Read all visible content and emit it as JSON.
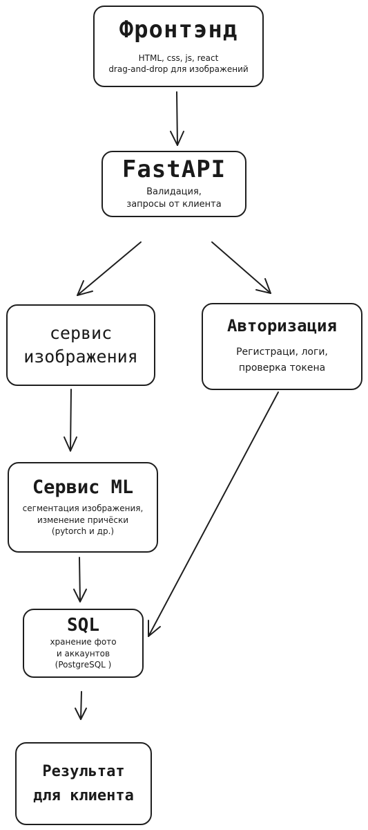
{
  "nodes": {
    "frontend": {
      "title": "Фронтэнд",
      "desc_line1": "HTML, css, js, react",
      "desc_line2": "drag-and-drop для изображений"
    },
    "fastapi": {
      "title": "FastAPI",
      "desc_line1": "Валидация,",
      "desc_line2": "запросы от клиента"
    },
    "image_service": {
      "title_line1": "сервис",
      "title_line2": "изображения"
    },
    "auth": {
      "title": "Авторизация",
      "desc_line1": "Регистраци, логи,",
      "desc_line2": "проверка токена"
    },
    "ml_service": {
      "title": "Сервис ML",
      "desc_line1": "сегментация изображения,",
      "desc_line2": "изменение причёски",
      "desc_line3": "(pytorch и др.)"
    },
    "sql": {
      "title": "SQL",
      "desc_line1": "хранение фото",
      "desc_line2": "и аккаунтов",
      "desc_line3": "(PostgreSQL )"
    },
    "result": {
      "title_line1": "Результат",
      "title_line2": "для клиента"
    }
  }
}
